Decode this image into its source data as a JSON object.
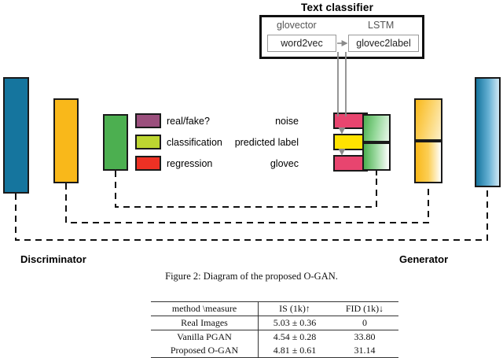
{
  "figure": {
    "caption": "Figure 2: Diagram of the proposed O-GAN.",
    "left_label": "Discriminator",
    "right_label": "Generator"
  },
  "text_classifier": {
    "title": "Text classifier",
    "group_left": "glovector",
    "group_right": "LSTM",
    "box_left": "word2vec",
    "box_right": "glovec2label"
  },
  "legend": [
    {
      "label": "real/fake?",
      "color": "#9b4f7d"
    },
    {
      "label": "classification",
      "color": "#bdd631"
    },
    {
      "label": "regression",
      "color": "#ed3124"
    }
  ],
  "generator_inputs": [
    {
      "label": "noise",
      "color": "#e8456f"
    },
    {
      "label": "predicted label",
      "color": "#ffe300"
    },
    {
      "label": "glovec",
      "color": "#e8456f"
    }
  ],
  "palette": {
    "blue": "#15759e",
    "orange": "#f9b81a",
    "green": "#4caf50",
    "outline": "#1a1a1a",
    "dash": "#111111",
    "gray_line": "#8a8a8a"
  },
  "table": {
    "headers": [
      "method \\measure",
      "IS (1k)↑",
      "FID (1k)↓"
    ],
    "rows": [
      {
        "method": "Real Images",
        "is": "5.03 ± 0.36",
        "fid": "0",
        "bold": false
      },
      {
        "method": "Vanilla PGAN",
        "is": "4.54 ± 0.28",
        "fid": "33.80",
        "bold": false
      },
      {
        "method": "Proposed O-GAN",
        "is": "4.81 ± 0.61",
        "fid": "31.14",
        "bold": true
      }
    ]
  }
}
